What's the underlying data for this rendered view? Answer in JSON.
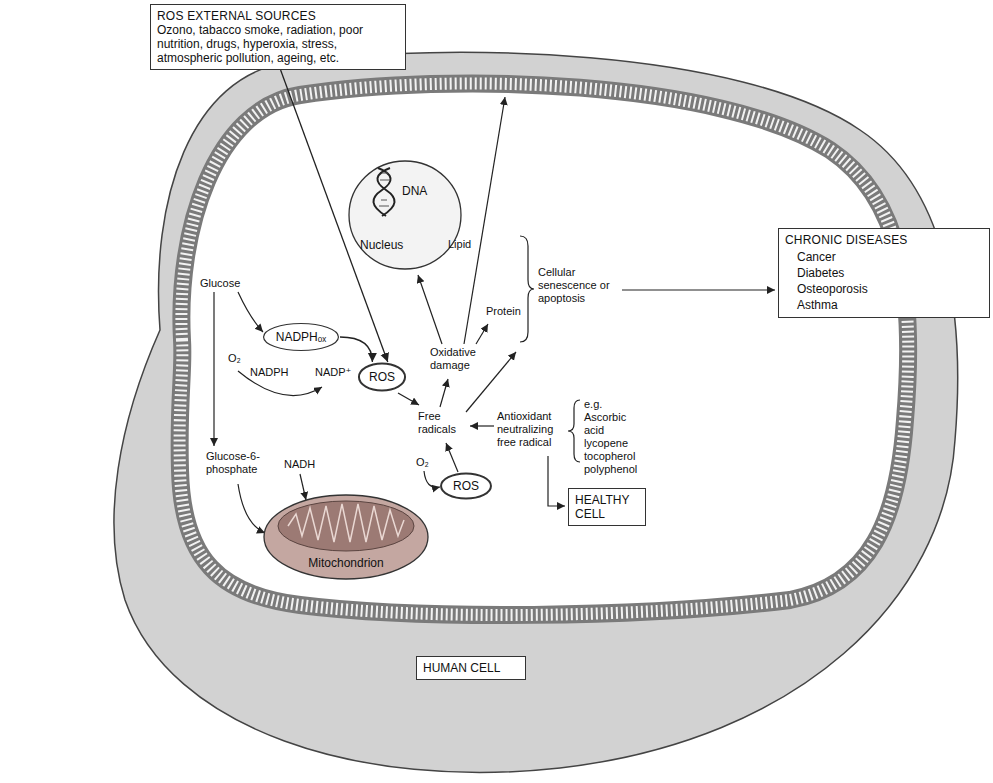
{
  "diagram": {
    "nodes": [
      {
        "text": [
          "ROS EXTERNAL SOURCES",
          "Ozono, tabacco smoke, radiation, poor nutrition, drugs, hyperoxia, stress, atmospheric pollution, ageing, etc."
        ]
      },
      {
        "text": [
          "DNA",
          "Nucleus"
        ]
      },
      {
        "text": [
          "NADPHₒₓ"
        ]
      },
      {
        "text": [
          "ROS"
        ]
      },
      {
        "text": [
          "ROS"
        ]
      },
      {
        "text": [
          "Mitochondrion"
        ]
      },
      {
        "text": [
          "HEALTHY CELL"
        ]
      },
      {
        "text": [
          "CHRONIC DISEASES",
          "Cancer Diabetes Osteoporosis Asthma"
        ]
      },
      {
        "text": [
          "HUMAN CELL"
        ]
      }
    ],
    "edges": [
      {
        "from": 0,
        "to": 3,
        "arrow": "to"
      },
      {
        "from": 2,
        "to": 3,
        "arrow": "to"
      }
    ],
    "labels": [
      "Glucose",
      "O₂",
      "NADPH",
      "NADP⁺",
      "Free radicals",
      "Oxidative damage",
      "Lipid",
      "Protein",
      "Cellular senescence or apoptosis",
      "Antioxidant neutralizing free radical",
      "e.g. Ascorbic acid lycopene tocopherol polyphenol",
      "Glucose-6-phosphate",
      "NADH",
      "O₂"
    ]
  }
}
